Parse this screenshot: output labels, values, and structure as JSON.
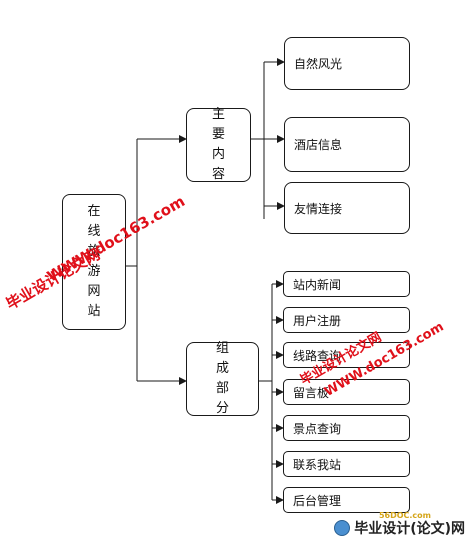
{
  "diagram": {
    "root": "在线旅游网站",
    "branches": [
      {
        "label": "主要内容",
        "children": [
          "自然风光",
          "酒店信息",
          "友情连接"
        ]
      },
      {
        "label": "组成部分",
        "children": [
          "站内新闻",
          "用户注册",
          "线路查询",
          "留言板",
          "景点查询",
          "联系我站",
          "后台管理"
        ]
      }
    ]
  },
  "watermarks": [
    "WWW.doc163.com",
    "毕业设计论文网",
    "毕业设计论文网",
    "WWW.doc163.com"
  ],
  "footer": {
    "site": "56DOC.com",
    "brand": "毕业设计(论文)网"
  },
  "colors": {
    "line": "#1a1a1a",
    "watermark": "#e0101a"
  }
}
